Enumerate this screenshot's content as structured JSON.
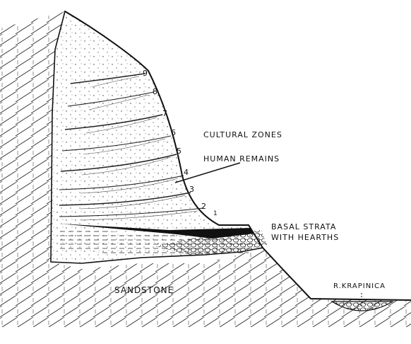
{
  "labels": {
    "cultural_zones": "CULTURAL ZONES",
    "human_remains": "HUMAN REMAINS",
    "basal_line1": "BASAL STRATA",
    "basal_line2": "WITH HEARTHS",
    "sandstone": "SANDSTONE",
    "river": "R.KRAPINICA"
  },
  "zone_numbers": [
    "1",
    "2",
    "3",
    "4",
    "5",
    "6",
    "7",
    "8",
    "9"
  ],
  "colors": {
    "ink": "#111111",
    "background": "#ffffff"
  }
}
